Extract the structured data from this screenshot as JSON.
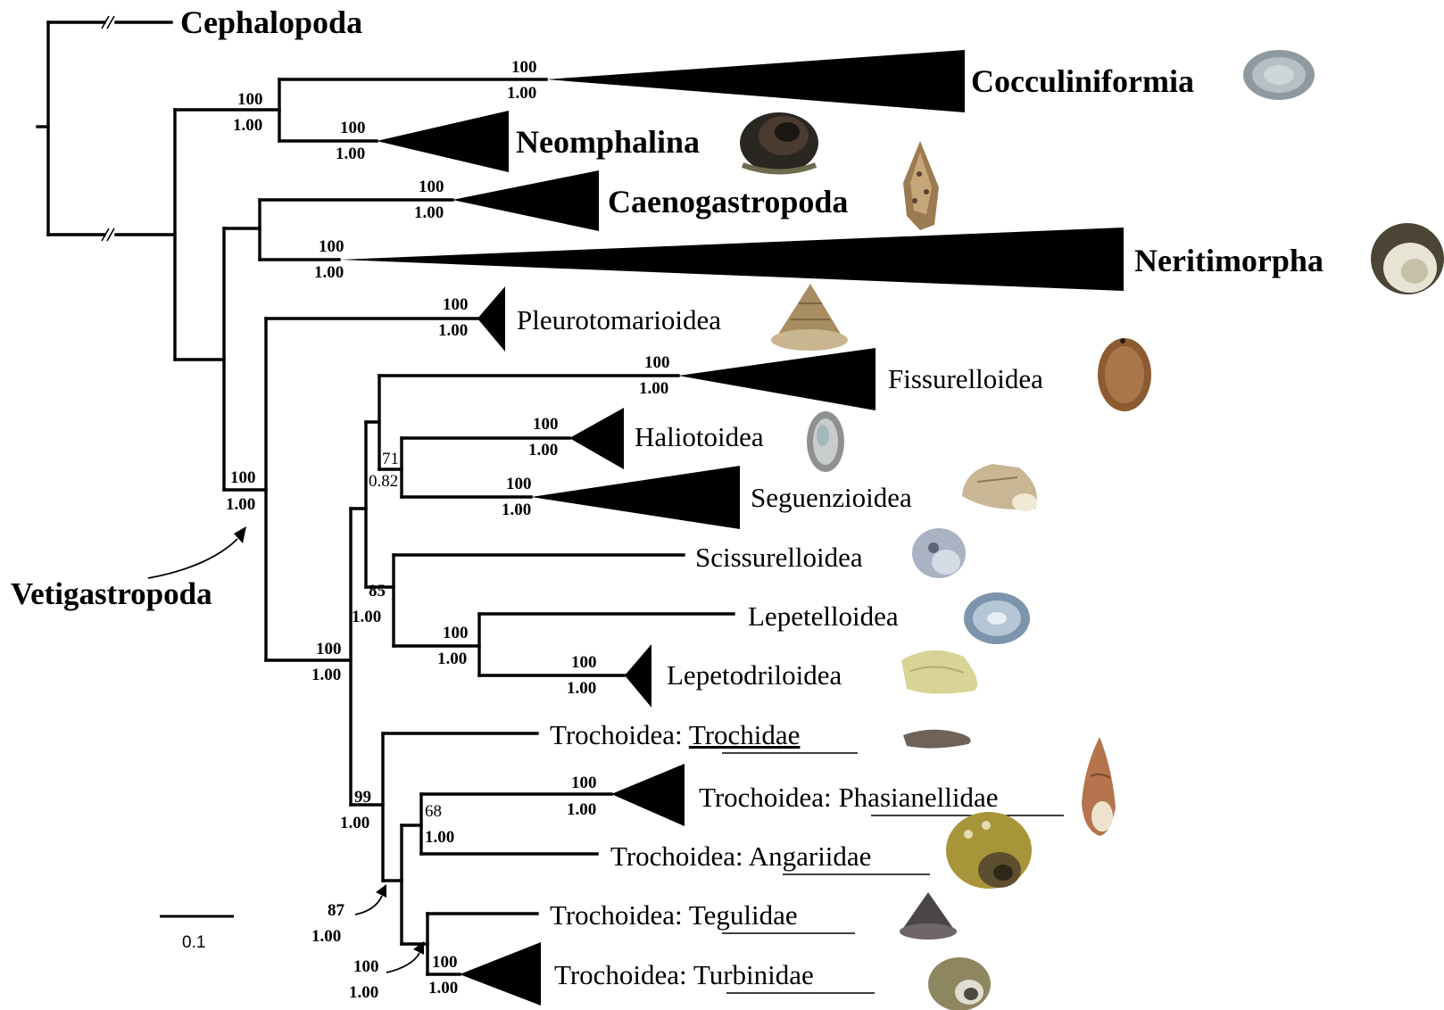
{
  "taxa": {
    "cephalopoda": "Cephalopoda",
    "cocculiniformia": "Cocculiniformia",
    "neomphalina": "Neomphalina",
    "caenogastropoda": "Caenogastropoda",
    "neritimorpha": "Neritimorpha",
    "pleurotomarioidea": "Pleurotomarioidea",
    "fissurelloidea": "Fissurelloidea",
    "haliotoidea": "Haliotoidea",
    "seguenzioidea": "Seguenzioidea",
    "scissurelloidea": "Scissurelloidea",
    "lepetelloidea": "Lepetelloidea",
    "lepetodriloidea": "Lepetodriloidea",
    "trochoidea_prefix": "Trochoidea: ",
    "trochidae": "Trochidae",
    "phasianellidae": "Phasianellidae",
    "angariidae": "Angariidae",
    "tegulidae": "Tegulidae",
    "turbinidae": "Turbinidae"
  },
  "clade_label": "Vetigastropoda",
  "scale_bar": "0.1",
  "support": {
    "cocculiniformia": {
      "bs": "100",
      "pp": "1.00"
    },
    "neomphalina": {
      "bs": "100",
      "pp": "1.00"
    },
    "coc_neo": {
      "bs": "100",
      "pp": "1.00"
    },
    "caenogastropoda": {
      "bs": "100",
      "pp": "1.00"
    },
    "neritimorpha": {
      "bs": "100",
      "pp": "1.00"
    },
    "pleurotomarioidea": {
      "bs": "100",
      "pp": "1.00"
    },
    "vetigastropoda": {
      "bs": "100",
      "pp": "1.00"
    },
    "fissurelloidea": {
      "bs": "100",
      "pp": "1.00"
    },
    "haliotoidea": {
      "bs": "100",
      "pp": "1.00"
    },
    "hal_seg": {
      "bs": "71",
      "pp": "0.82"
    },
    "seguenzioidea": {
      "bs": "100",
      "pp": "1.00"
    },
    "scis_lep": {
      "bs": "85",
      "pp": "1.00"
    },
    "lepetelloidea_group": {
      "bs": "100",
      "pp": "1.00"
    },
    "lepetodriloidea": {
      "bs": "100",
      "pp": "1.00"
    },
    "vetigastropoda_inner": {
      "bs": "100",
      "pp": "1.00"
    },
    "trochoidea": {
      "bs": "99",
      "pp": "1.00"
    },
    "phasianellidae": {
      "bs": "100",
      "pp": "1.00"
    },
    "phas_ang": {
      "bs": "68",
      "pp": "1.00"
    },
    "trochoidea_inner": {
      "bs": "87",
      "pp": "1.00"
    },
    "teg_turb": {
      "bs": "100",
      "pp": "1.00"
    },
    "turbinidae": {
      "bs": "100",
      "pp": "1.00"
    }
  }
}
